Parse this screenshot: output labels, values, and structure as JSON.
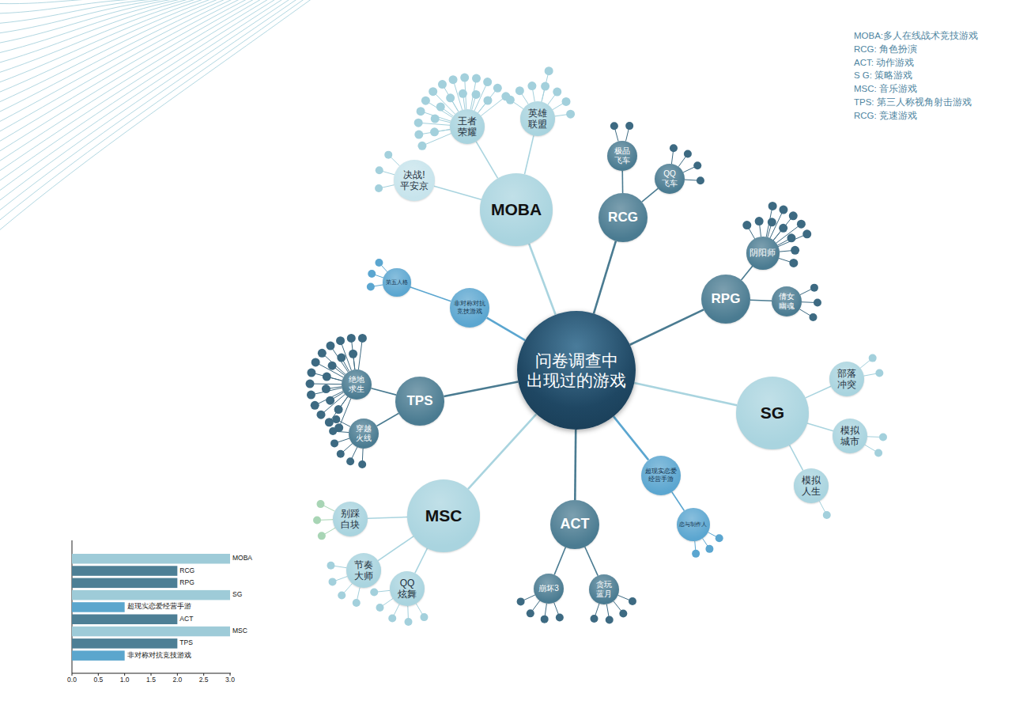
{
  "diagram": {
    "nodes": [
      {
        "text": [
          "问卷调查中 出现过的游戏"
        ]
      },
      {
        "text": [
          "MOBA"
        ]
      },
      {
        "text": [
          "王者 荣耀"
        ]
      },
      {
        "text": [
          "英雄 联盟"
        ]
      },
      {
        "text": [
          "决战! 平安京"
        ]
      },
      {
        "text": [
          "RCG"
        ]
      },
      {
        "text": [
          "极品 飞车"
        ]
      },
      {
        "text": [
          "QQ 飞车"
        ]
      },
      {
        "text": [
          "RPG"
        ]
      },
      {
        "text": [
          "阴阳师"
        ]
      },
      {
        "text": [
          "倩女 幽魂"
        ]
      },
      {
        "text": [
          "SG"
        ]
      },
      {
        "text": [
          "部落 冲突"
        ]
      },
      {
        "text": [
          "模拟 城市"
        ]
      },
      {
        "text": [
          "模拟 人生"
        ]
      },
      {
        "text": [
          "超现实恋爱 经营手游"
        ]
      },
      {
        "text": [
          "恋与制作人"
        ]
      },
      {
        "text": [
          "ACT"
        ]
      },
      {
        "text": [
          "崩坏3"
        ]
      },
      {
        "text": [
          "贪玩 蓝月"
        ]
      },
      {
        "text": [
          "MSC"
        ]
      },
      {
        "text": [
          "别踩 白块"
        ]
      },
      {
        "text": [
          "节奏 大师"
        ]
      },
      {
        "text": [
          "QQ 炫舞"
        ]
      },
      {
        "text": [
          "TPS"
        ]
      },
      {
        "text": [
          "绝地 求生"
        ]
      },
      {
        "text": [
          "穿越 火线"
        ]
      },
      {
        "text": [
          "非对称对抗 竞技游戏"
        ]
      },
      {
        "text": [
          "第五人格"
        ]
      }
    ],
    "edges": [
      {
        "from": 0,
        "to": 1,
        "arrow": "none"
      },
      {
        "from": 0,
        "to": 5,
        "arrow": "none"
      },
      {
        "from": 0,
        "to": 8,
        "arrow": "none"
      },
      {
        "from": 0,
        "to": 11,
        "arrow": "none"
      },
      {
        "from": 0,
        "to": 15,
        "arrow": "none"
      },
      {
        "from": 0,
        "to": 17,
        "arrow": "none"
      },
      {
        "from": 0,
        "to": 20,
        "arrow": "none"
      },
      {
        "from": 0,
        "to": 24,
        "arrow": "none"
      },
      {
        "from": 0,
        "to": 27,
        "arrow": "none"
      },
      {
        "from": 1,
        "to": 2,
        "arrow": "none"
      },
      {
        "from": 1,
        "to": 3,
        "arrow": "none"
      },
      {
        "from": 1,
        "to": 4,
        "arrow": "none"
      },
      {
        "from": 5,
        "to": 6,
        "arrow": "none"
      },
      {
        "from": 5,
        "to": 7,
        "arrow": "none"
      },
      {
        "from": 8,
        "to": 9,
        "arrow": "none"
      },
      {
        "from": 8,
        "to": 10,
        "arrow": "none"
      },
      {
        "from": 11,
        "to": 12,
        "arrow": "none"
      },
      {
        "from": 11,
        "to": 13,
        "arrow": "none"
      },
      {
        "from": 11,
        "to": 14,
        "arrow": "none"
      },
      {
        "from": 15,
        "to": 16,
        "arrow": "none"
      },
      {
        "from": 17,
        "to": 18,
        "arrow": "none"
      },
      {
        "from": 17,
        "to": 19,
        "arrow": "none"
      },
      {
        "from": 20,
        "to": 21,
        "arrow": "none"
      },
      {
        "from": 20,
        "to": 22,
        "arrow": "none"
      },
      {
        "from": 20,
        "to": 23,
        "arrow": "none"
      },
      {
        "from": 24,
        "to": 25,
        "arrow": "none"
      },
      {
        "from": 24,
        "to": 26,
        "arrow": "none"
      },
      {
        "from": 27,
        "to": 28,
        "arrow": "none"
      }
    ],
    "labels": [
      "MOBA:多人在线战术竞技游戏",
      "RCG: 角色扮演",
      "ACT: 动作游戏",
      "S G: 策略游戏",
      "MSC: 音乐游戏",
      "TPS: 第三人称视角射击游戏",
      "RCG: 竞速游戏",
      "MOBA",
      "RCG",
      "RPG",
      "SG",
      "超现实恋爱经营手游",
      "ACT",
      "MSC",
      "TPS",
      "非对称对抗竞技游戏",
      "0.0",
      "0.5",
      "1.0",
      "1.5",
      "2.0",
      "2.5",
      "3.0"
    ]
  }
}
